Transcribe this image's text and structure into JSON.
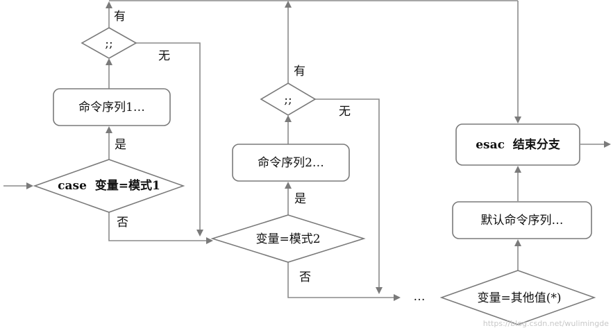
{
  "labels": {
    "has": "有",
    "none": "无",
    "yes": "是",
    "no": "否",
    "double_semicolon": ";;",
    "ellipsis": "…"
  },
  "nodes": {
    "case_decision": "case  变量=模式1",
    "cmd_seq_1": "命令序列1…",
    "decision_2": "变量=模式2",
    "cmd_seq_2": "命令序列2…",
    "esac_box": "esac  结束分支",
    "default_cmd": "默认命令序列…",
    "decision_default": "变量=其他值(*)"
  },
  "watermark": "https://blog.csdn.net/wulimingde"
}
